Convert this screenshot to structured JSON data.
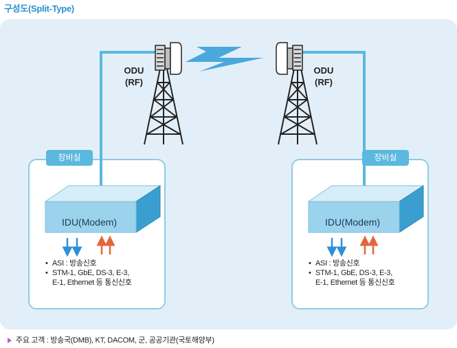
{
  "title": "구성도(Split-Type)",
  "left": {
    "room_label": "장비실",
    "odu_line1": "ODU",
    "odu_line2": "(RF)",
    "idu_label": "IDU(Modem)",
    "note1": "ASI : 방송신호",
    "note2a": "STM-1, GbE, DS-3, E-3,",
    "note2b": "E-1, Ethernet 등 통신신호"
  },
  "right": {
    "room_label": "장비실",
    "odu_line1": "ODU",
    "odu_line2": "(RF)",
    "idu_label": "IDU(Modem)",
    "note1": "ASI : 방송신호",
    "note2a": "STM-1, GbE, DS-3, E-3,",
    "note2b": "E-1, Ethernet 등 통신신호"
  },
  "footer": "주요 고객 : 방송국(DMB), KT, DACOM, 군, 공공기관(국토해양부)",
  "colors": {
    "panel": "#e3eff8",
    "room_border": "#8ecbe6",
    "tag": "#5bb8de",
    "cable": "#5bb8de",
    "idu_front": "#9cd3ec",
    "down_arrow": "#2f8fd8",
    "up_arrow": "#e4663a",
    "lightning": "#4aa8dc",
    "title": "#2a8fd0"
  }
}
